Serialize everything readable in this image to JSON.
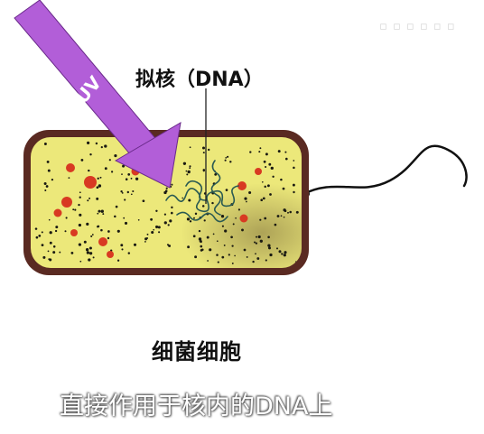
{
  "diagram": {
    "beam_label": "UV",
    "nucleoid_label": "拟核（DNA）",
    "cell_label": "细菌细胞",
    "caption": "直接作用于核内的DNA上"
  },
  "colors": {
    "cytoplasm": "#ece87a",
    "cell_wall": "#5a2a22",
    "uv_beam": "#b25ed8",
    "ribosome_dots": "#d83a22",
    "dna": "#2a5a52",
    "caption_text": "#ffffff"
  }
}
